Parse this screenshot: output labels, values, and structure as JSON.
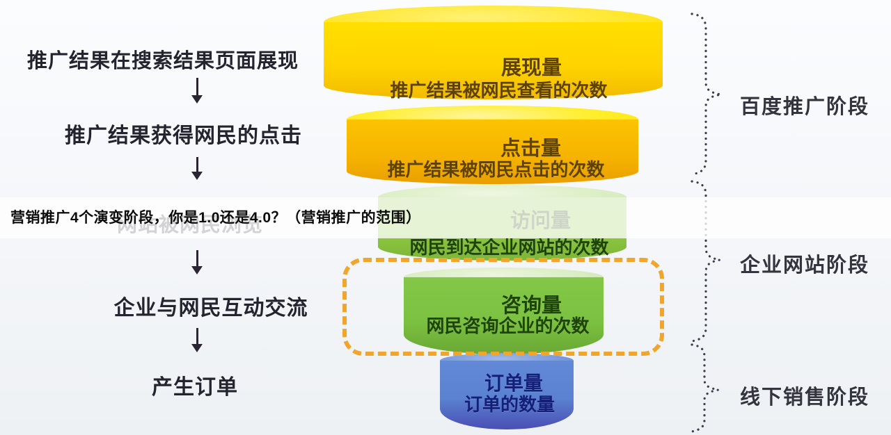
{
  "page": {
    "headline": "营销推广4个演变阶段，你是1.0还是4.0？（营销推广的范围）"
  },
  "left_flow": {
    "steps": [
      {
        "label": "推广结果在搜索结果页面展现"
      },
      {
        "label": "推广结果获得网民的点击"
      },
      {
        "label": "网站被网民浏览"
      },
      {
        "label": "企业与网民互动交流"
      },
      {
        "label": "产生订单"
      }
    ]
  },
  "funnel": {
    "levels": [
      {
        "title": "展现量",
        "subtitle": "推广结果被网民查看的次数",
        "color": "#ffd800"
      },
      {
        "title": "点击量",
        "subtitle": "推广结果被网民点击的次数",
        "color": "#f6b200"
      },
      {
        "title": "访问量",
        "subtitle": "网民到达企业网站的次数",
        "color": "#8cc63e"
      },
      {
        "title": "咨询量",
        "subtitle": "网民咨询企业的次数",
        "color": "#7cc241"
      },
      {
        "title": "订单量",
        "subtitle": "订单的数量",
        "color": "#5a82d0"
      }
    ],
    "highlight_border_color": "#f0a62c"
  },
  "right_stages": {
    "brackets": [
      {
        "label": "百度推广阶段"
      },
      {
        "label": "企业网站阶段"
      },
      {
        "label": "线下销售阶段"
      }
    ]
  }
}
